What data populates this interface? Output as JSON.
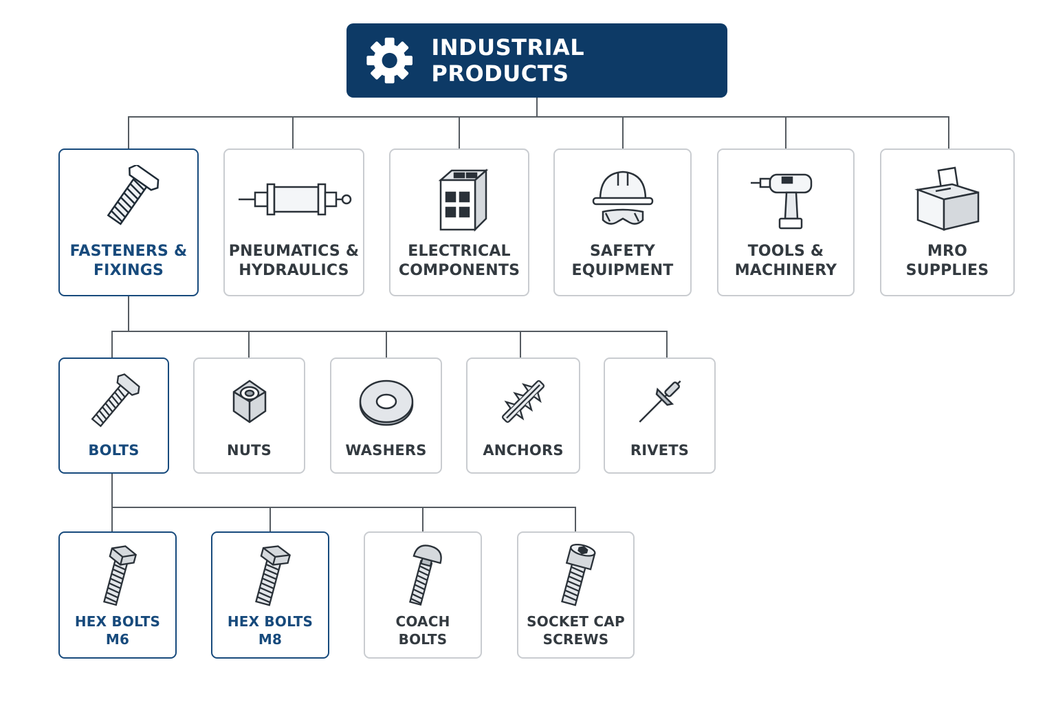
{
  "root": {
    "label": "INDUSTRIAL PRODUCTS",
    "icon": "gear-icon"
  },
  "colors": {
    "primary": "#0d3a66",
    "selected_border": "#174a7c",
    "line": "#555b61",
    "card_border": "#c9ccd0"
  },
  "categories": [
    {
      "line1": "FASTENERS &",
      "line2": "FIXINGS",
      "icon": "hex-bolt-icon",
      "selected": true
    },
    {
      "line1": "PNEUMATICS &",
      "line2": "HYDRAULICS",
      "icon": "cylinder-icon",
      "selected": false
    },
    {
      "line1": "ELECTRICAL",
      "line2": "COMPONENTS",
      "icon": "electrical-box-icon",
      "selected": false
    },
    {
      "line1": "SAFETY",
      "line2": "EQUIPMENT",
      "icon": "hard-hat-goggles-icon",
      "selected": false
    },
    {
      "line1": "TOOLS &",
      "line2": "MACHINERY",
      "icon": "drill-icon",
      "selected": false
    },
    {
      "line1": "MRO",
      "line2": "SUPPLIES",
      "icon": "supply-box-icon",
      "selected": false
    }
  ],
  "subcategories": [
    {
      "label": "BOLTS",
      "icon": "bolt-icon",
      "selected": true
    },
    {
      "label": "NUTS",
      "icon": "nut-icon",
      "selected": false
    },
    {
      "label": "WASHERS",
      "icon": "washer-icon",
      "selected": false
    },
    {
      "label": "ANCHORS",
      "icon": "anchor-icon",
      "selected": false
    },
    {
      "label": "RIVETS",
      "icon": "rivet-icon",
      "selected": false
    }
  ],
  "products": [
    {
      "line1": "HEX BOLTS",
      "line2": "M6",
      "icon": "hex-bolt-icon",
      "selected": true
    },
    {
      "line1": "HEX BOLTS",
      "line2": "M8",
      "icon": "hex-bolt-icon",
      "selected": true
    },
    {
      "line1": "COACH",
      "line2": "BOLTS",
      "icon": "coach-bolt-icon",
      "selected": false
    },
    {
      "line1": "SOCKET CAP",
      "line2": "SCREWS",
      "icon": "socket-cap-screw-icon",
      "selected": false
    }
  ]
}
